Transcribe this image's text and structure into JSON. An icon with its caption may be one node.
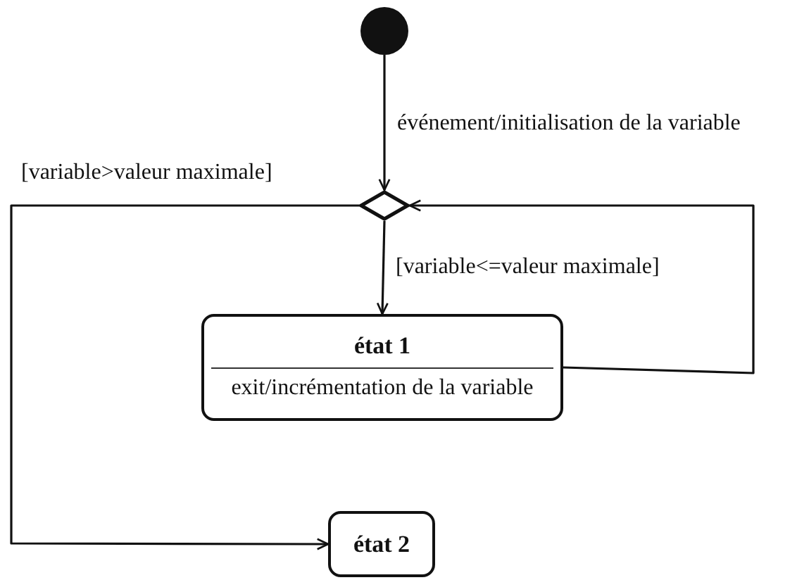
{
  "diagram": {
    "nodes": [
      {
        "text": [],
        "shape": "circle"
      },
      {
        "text": [],
        "shape": "diamond"
      },
      {
        "text": [
          "état 1",
          "exit/incrémentation de la variable"
        ]
      },
      {
        "text": [
          "état 2"
        ]
      }
    ],
    "edges": [
      {
        "from": 0,
        "to": 1,
        "arrow": "to",
        "label": "événement/initialisation de la variable"
      },
      {
        "from": 1,
        "to": 2,
        "arrow": "to",
        "label": "[variable<=valeur maximale]"
      },
      {
        "from": 2,
        "to": 1,
        "arrow": "to"
      },
      {
        "from": 1,
        "to": 3,
        "arrow": "to",
        "label": "[variable>valeur maximale]"
      }
    ]
  }
}
